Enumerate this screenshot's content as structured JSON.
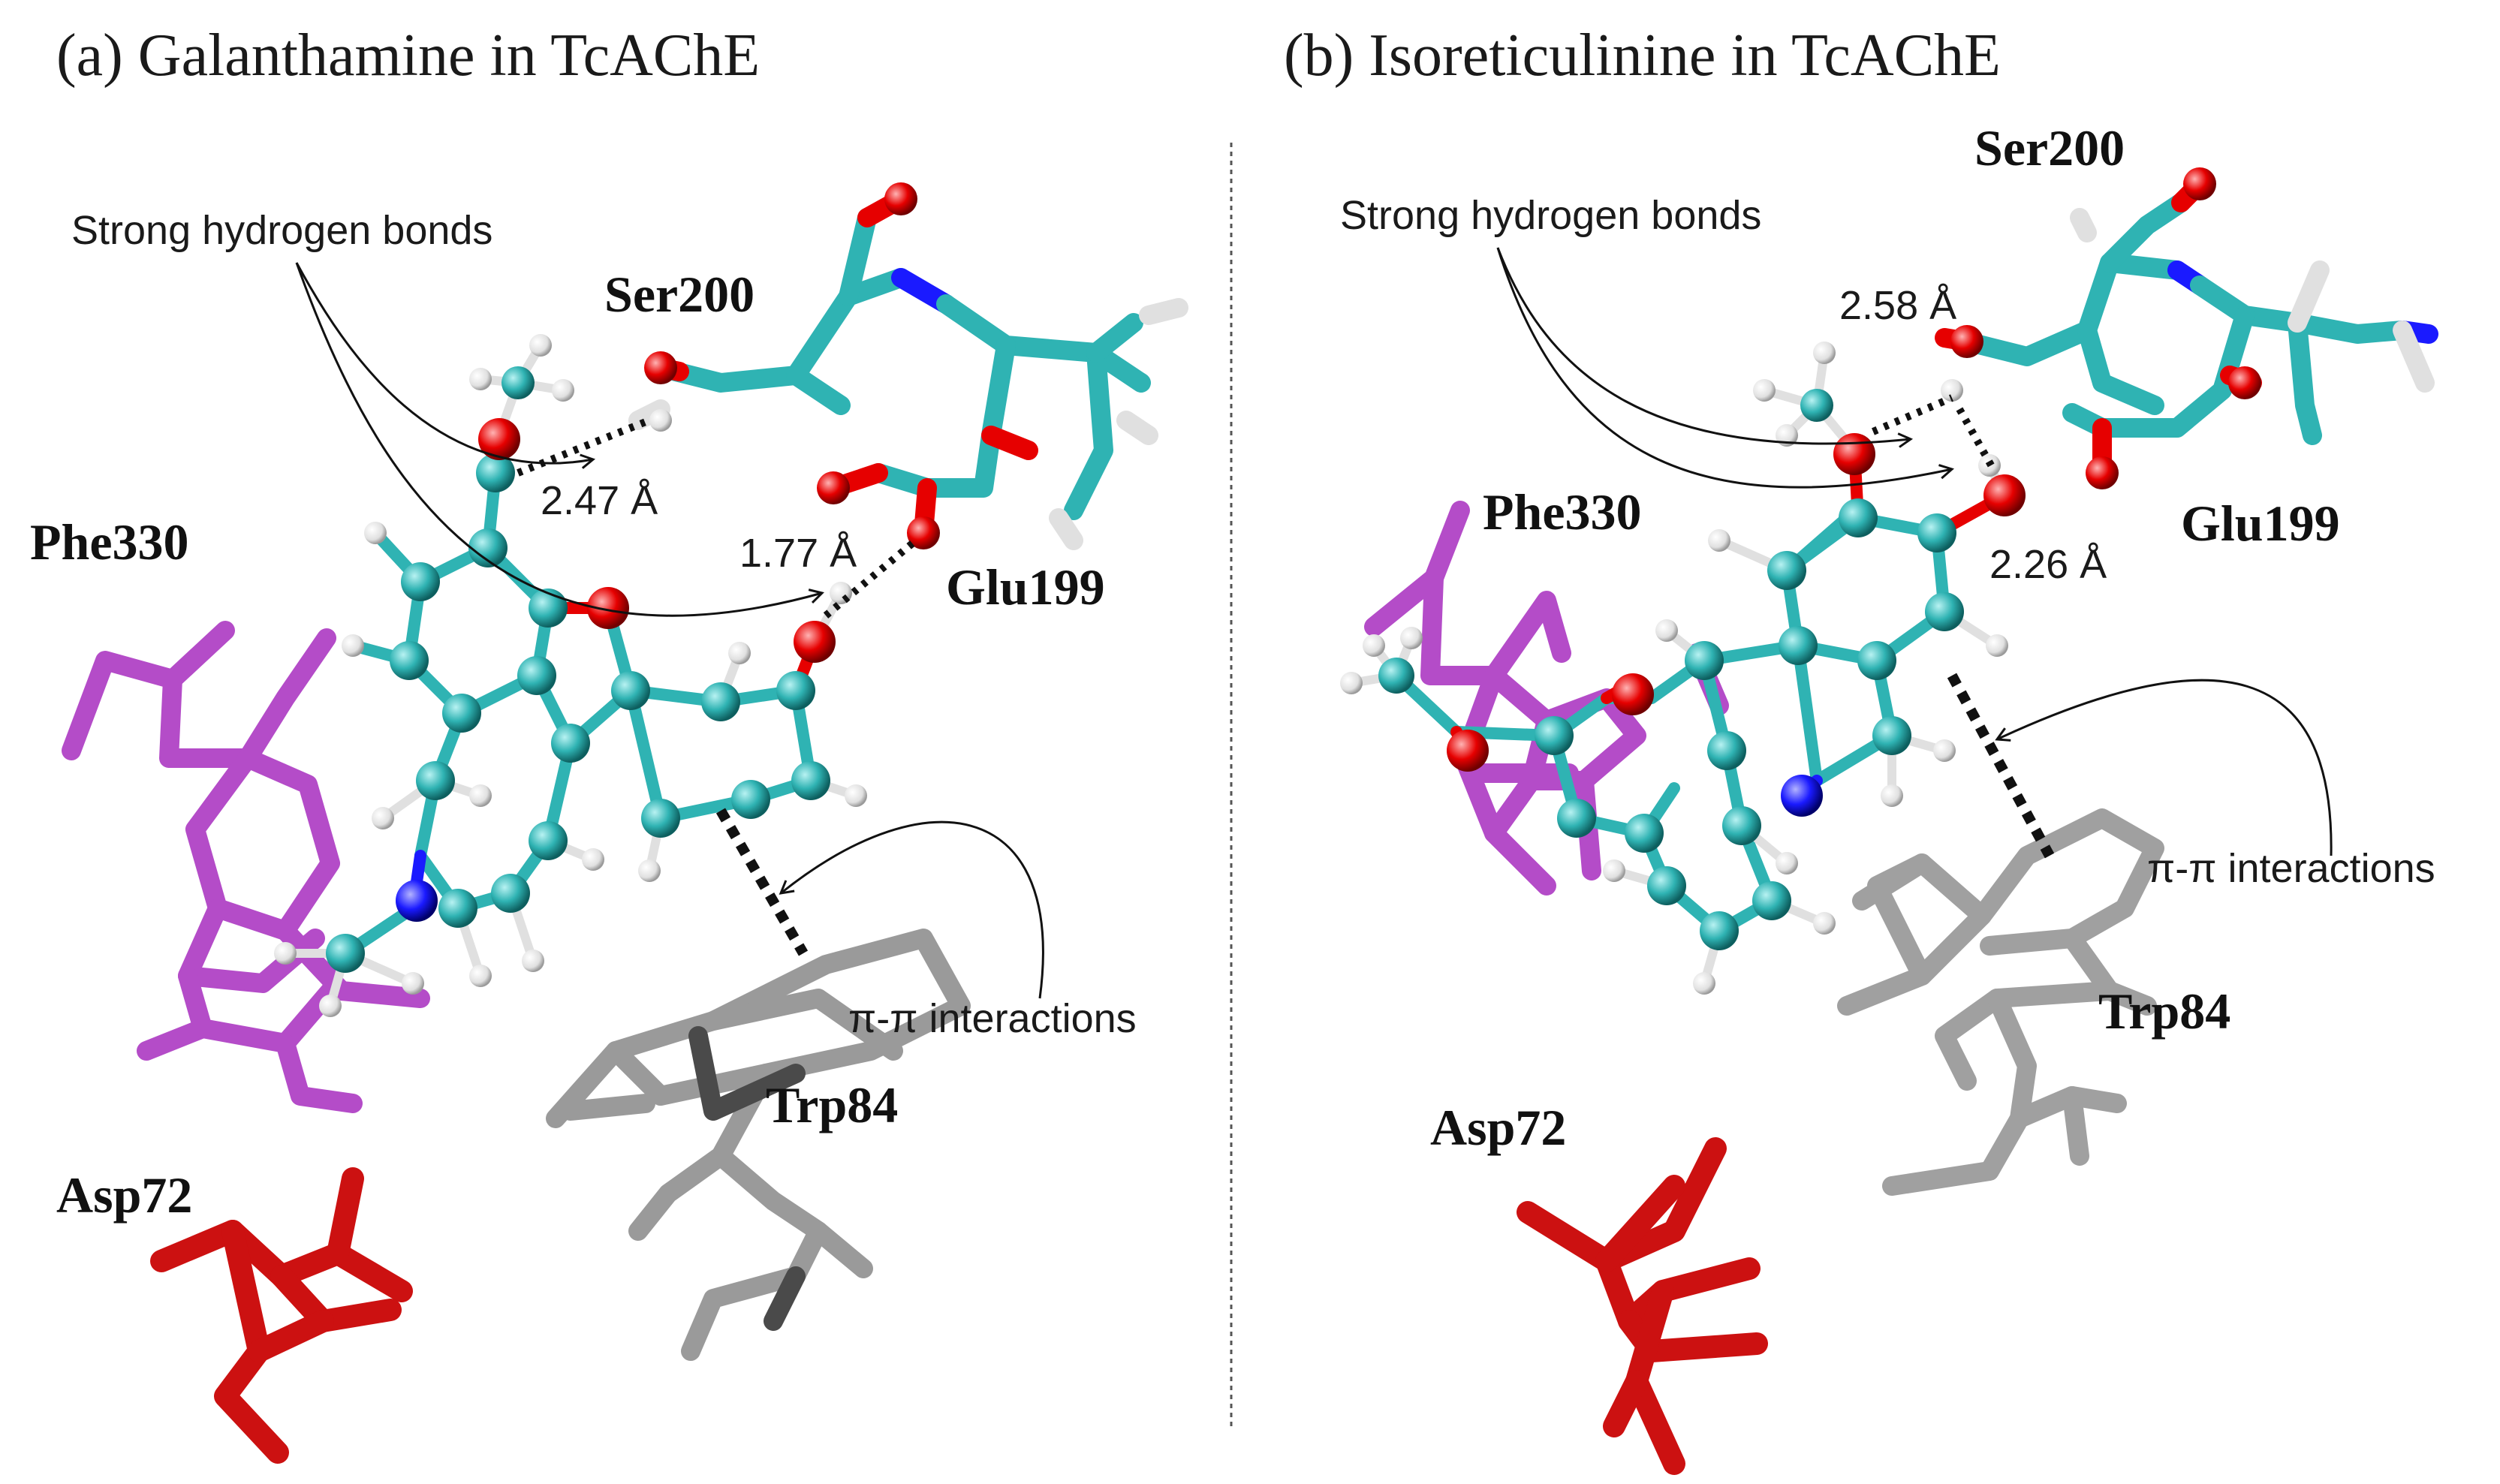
{
  "colors": {
    "carbon": "#2fb3b3",
    "oxygen": "#e60000",
    "nitrogen": "#1a1aff",
    "hydrogen": "#e6e6e6",
    "phe330": "#b44cc8",
    "trp84": "#9a9a9a",
    "asp72": "#cc0000",
    "divider": "#555555"
  },
  "panel_a": {
    "title": "(a) Galanthamine in TcAChE",
    "labels": {
      "ser200": "Ser200",
      "phe330": "Phe330",
      "glu199": "Glu199",
      "trp84": "Trp84",
      "asp72": "Asp72"
    },
    "notes": {
      "hbonds": "Strong hydrogen bonds",
      "pipi": "π-π interactions"
    },
    "distances": [
      "2.47 Å",
      "1.77 Å"
    ]
  },
  "panel_b": {
    "title": "(b) Isoreticulinine in TcAChE",
    "labels": {
      "ser200": "Ser200",
      "phe330": "Phe330",
      "glu199": "Glu199",
      "trp84": "Trp84",
      "asp72": "Asp72"
    },
    "notes": {
      "hbonds": "Strong hydrogen bonds",
      "pipi": "π-π interactions"
    },
    "distances": [
      "2.58 Å",
      "2.26 Å"
    ]
  }
}
